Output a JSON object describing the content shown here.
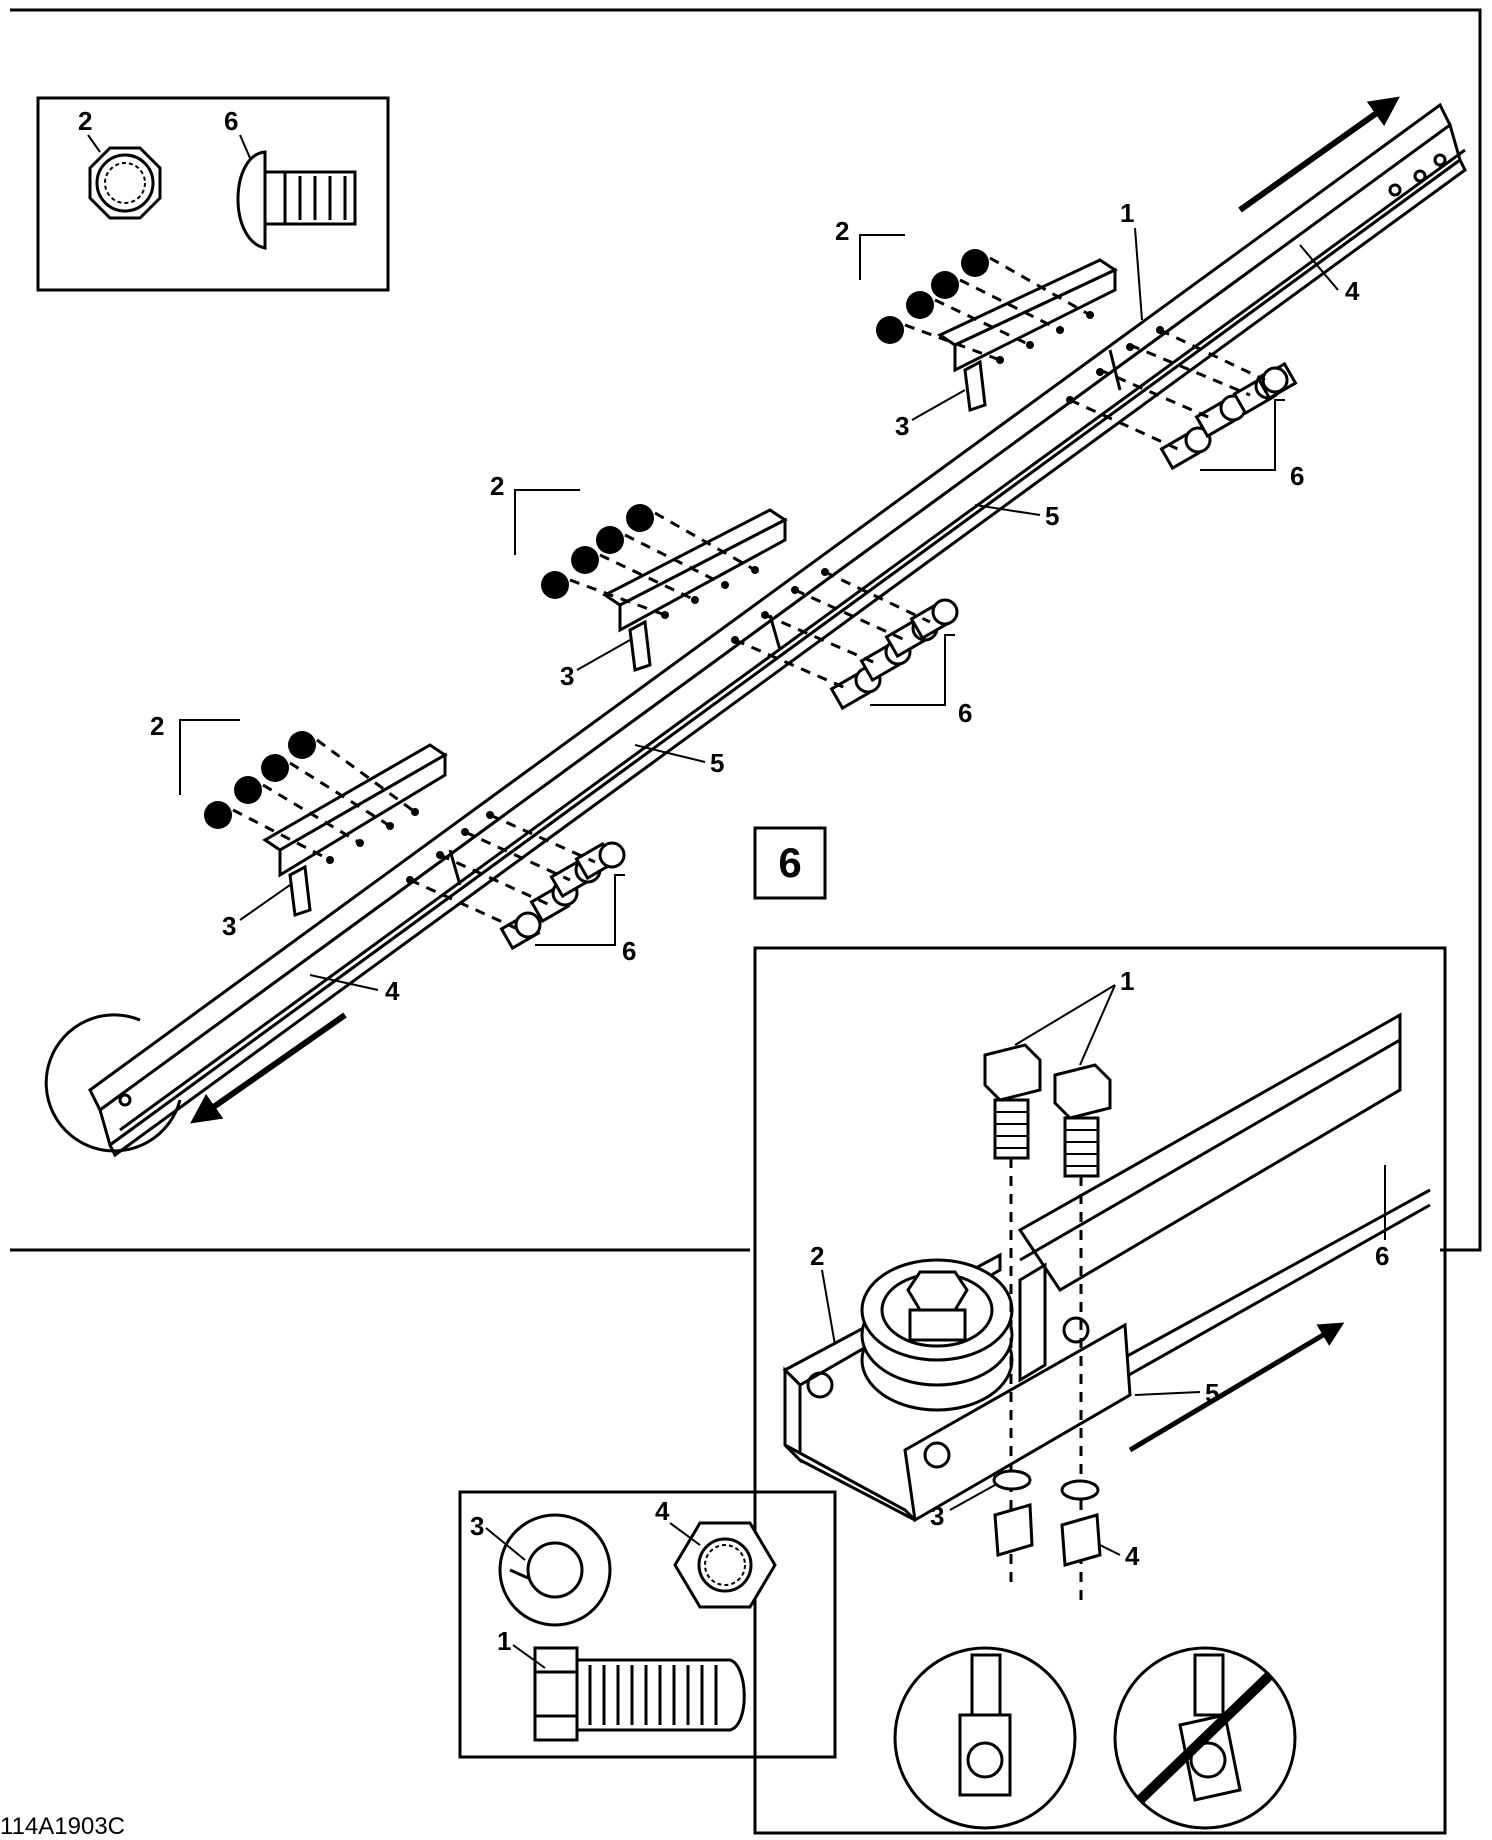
{
  "figure": {
    "step_number": "6",
    "drawing_code": "114A1903C"
  },
  "main_view": {
    "callouts": {
      "fastener_nut": "2",
      "fastener_bolt": "6",
      "brace": "3",
      "rail_end": "4",
      "rail_center": "5",
      "rail_bolt": "1"
    }
  },
  "inset_top": {
    "nut_label": "2",
    "bolt_label": "6"
  },
  "detail_view": {
    "bolt_label": "1",
    "bracket_label": "2",
    "lock_washer_label": "3",
    "nut_label": "4",
    "rail_label_upper": "6",
    "rail_label_lower": "5"
  },
  "inset_bottom": {
    "lock_washer_label": "3",
    "nut_label": "4",
    "bolt_label": "1"
  },
  "orientation_icons": [
    {
      "name": "correct-orientation-icon",
      "state": "correct"
    },
    {
      "name": "incorrect-orientation-icon",
      "state": "prohibited"
    }
  ]
}
